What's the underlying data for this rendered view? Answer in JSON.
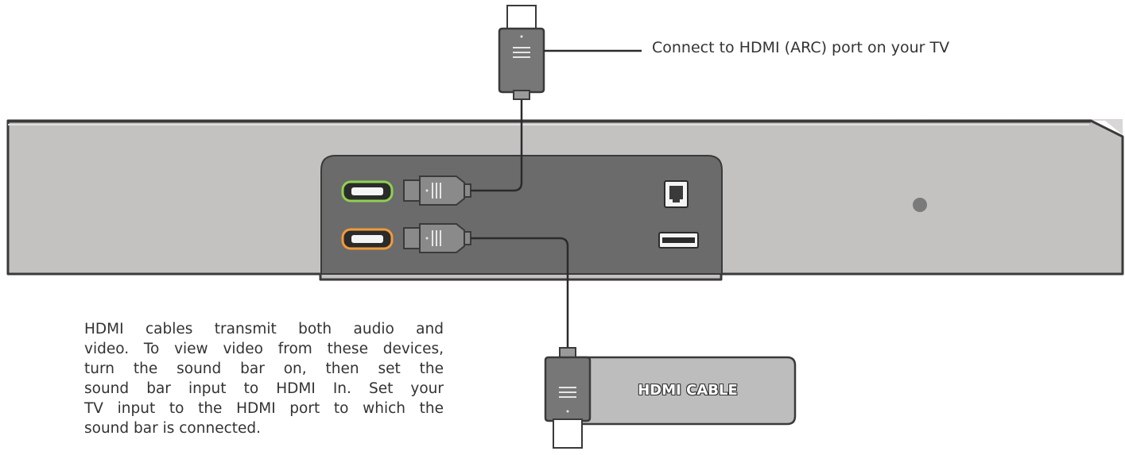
{
  "callout": {
    "text": "Connect to HDMI (ARC) port on your TV"
  },
  "cable_label": "HDMI CABLE",
  "note": {
    "lines": [
      "HDMI cables transmit both audio and",
      "video. To view video from these devices,",
      "turn the sound bar on, then set the",
      "sound bar input to HDMI In. Set your",
      "TV input to the HDMI port to which the",
      "sound bar is connected."
    ]
  },
  "colors": {
    "soundbar_body": "#c4c2c1",
    "soundbar_outline": "#3a3a3a",
    "port_panel": "#6b6b6b",
    "cable_plug": "#777777",
    "hdmi_port_1_ring": "#8fd14f",
    "hdmi_port_2_ring": "#f29a3a",
    "cable_box": "#bdbdbd"
  },
  "icons": {
    "ethernet_port": "ethernet-port-icon",
    "usb_port": "usb-port-icon",
    "power_led": "indicator-dot-icon"
  }
}
